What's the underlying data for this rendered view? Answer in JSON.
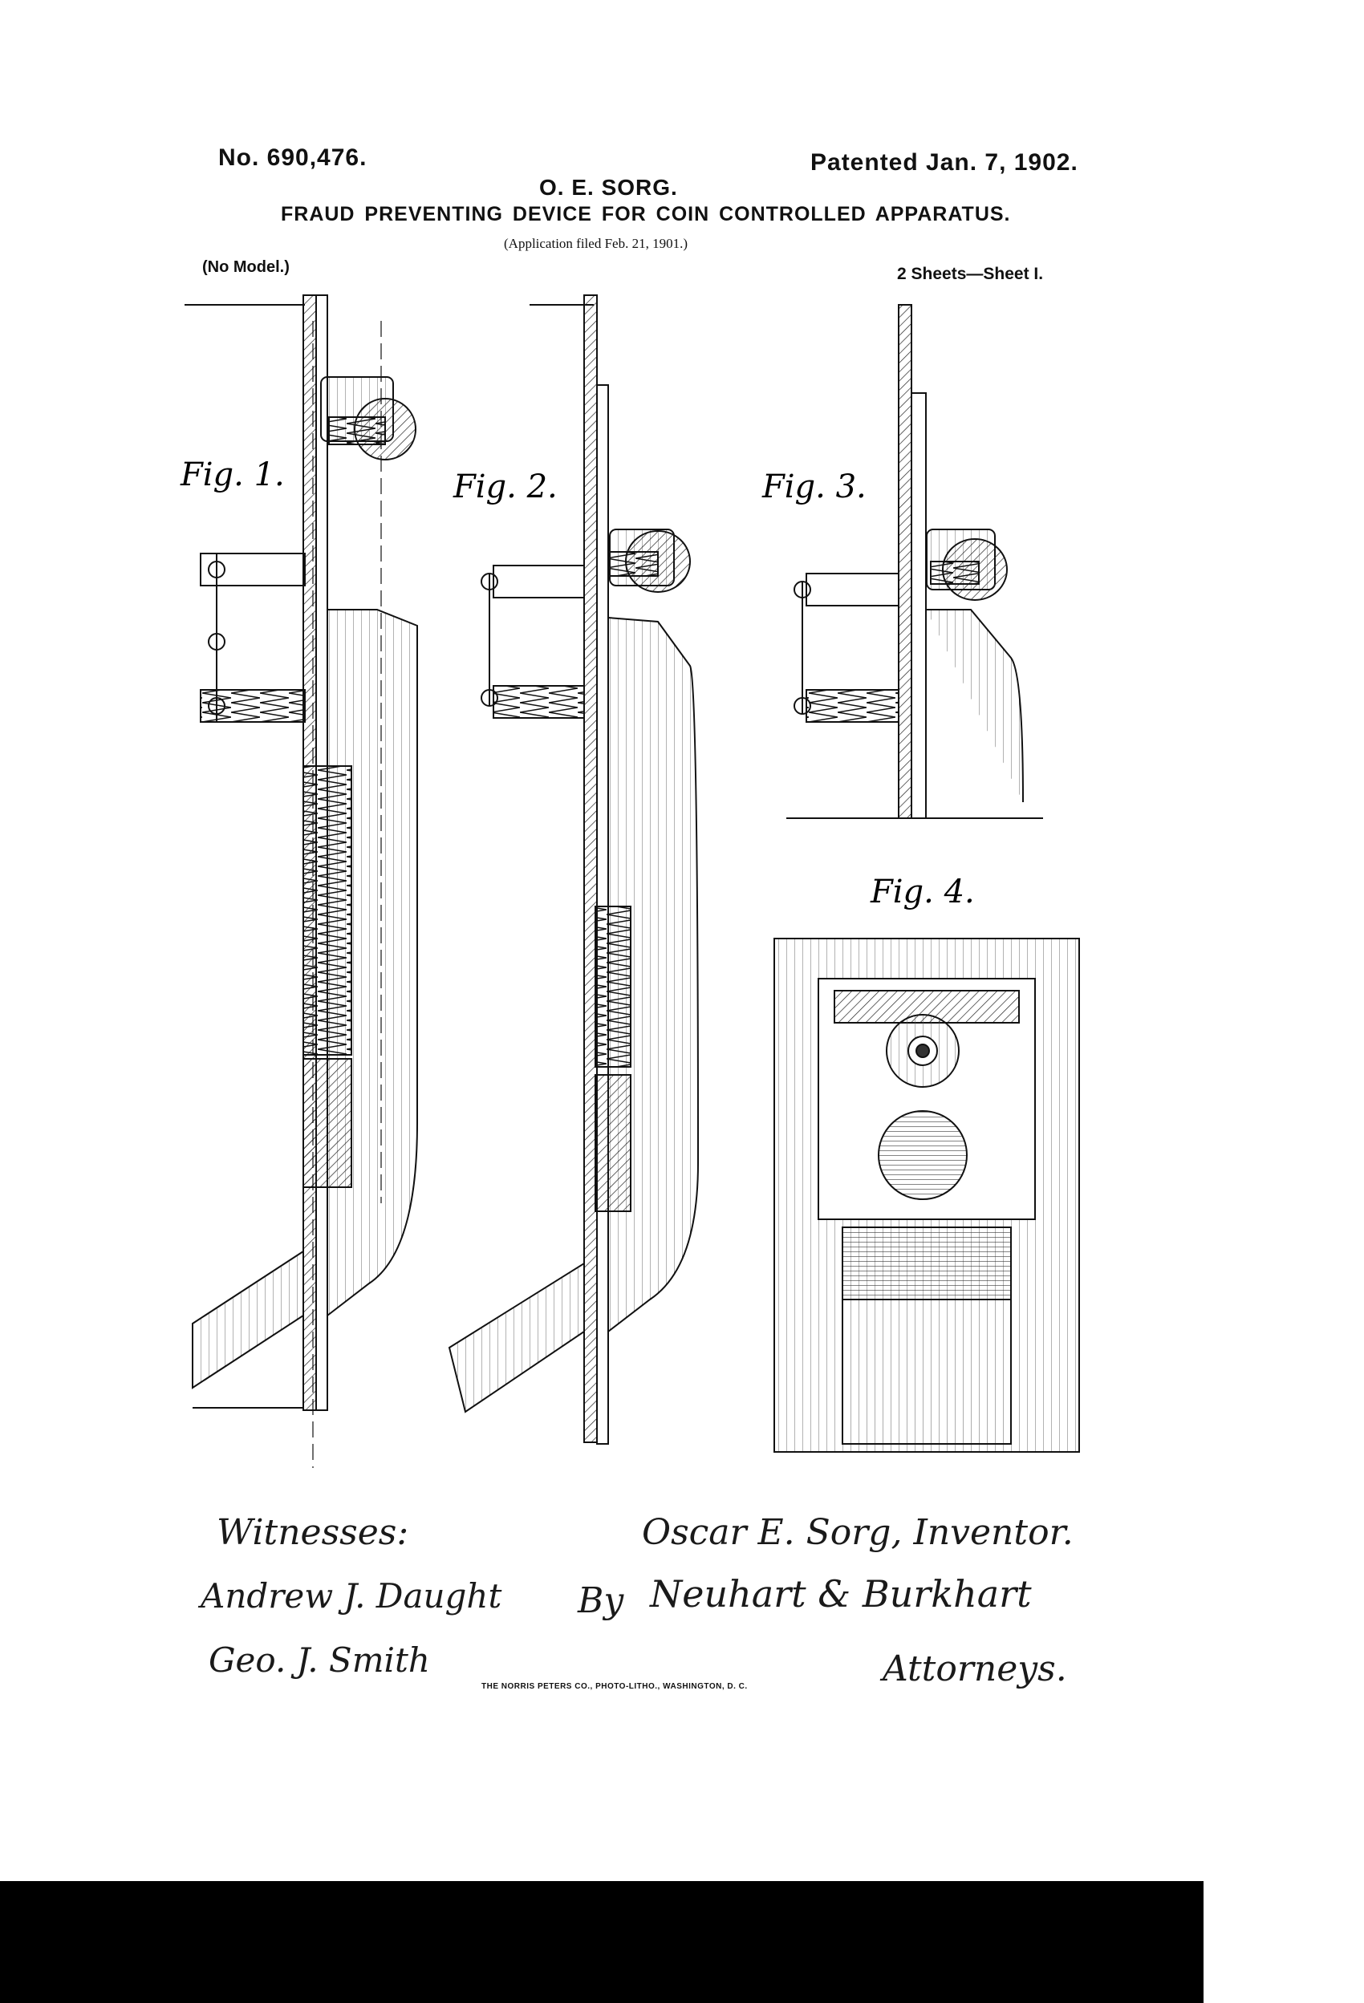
{
  "header": {
    "patent_number": "No. 690,476.",
    "patent_date": "Patented Jan. 7, 1902.",
    "inventor": "O. E. SORG.",
    "title": "FRAUD PREVENTING DEVICE FOR COIN CONTROLLED APPARATUS.",
    "application_filed": "(Application filed Feb. 21, 1901.)",
    "model_note": "(No Model.)",
    "sheet_info": "2 Sheets—Sheet I."
  },
  "figures": [
    {
      "label": "Fig. 1."
    },
    {
      "label": "Fig. 2."
    },
    {
      "label": "Fig. 3."
    },
    {
      "label": "Fig. 4."
    }
  ],
  "signatures": {
    "witnesses_heading": "Witnesses:",
    "witness_1": "Andrew J. Daught",
    "witness_2": "Geo. J. Smith",
    "inventor_line": "Oscar E. Sorg, Inventor.",
    "attorney_prefix": "By",
    "attorney_name": "Neuhart & Burkhart",
    "attorneys_label": "Attorneys."
  },
  "footer": {
    "printer": "THE NORRIS PETERS CO., PHOTO-LITHO., WASHINGTON, D. C."
  }
}
